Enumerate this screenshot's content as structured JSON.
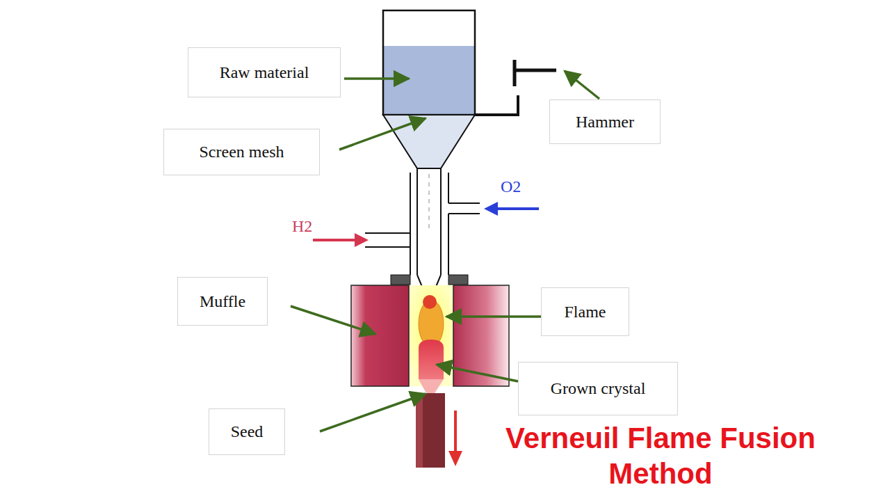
{
  "diagram": {
    "title": "Verneuil Flame Fusion Method",
    "nodes": [
      {
        "text": [
          "Raw material"
        ]
      },
      {
        "text": [
          "Screen mesh"
        ]
      },
      {
        "text": [
          "Hammer"
        ]
      },
      {
        "text": [
          "Muffle"
        ]
      },
      {
        "text": [
          "Flame"
        ]
      },
      {
        "text": [
          "Grown crystal"
        ]
      },
      {
        "text": [
          "Seed"
        ]
      }
    ],
    "labels": [
      "O2",
      "H2"
    ]
  }
}
